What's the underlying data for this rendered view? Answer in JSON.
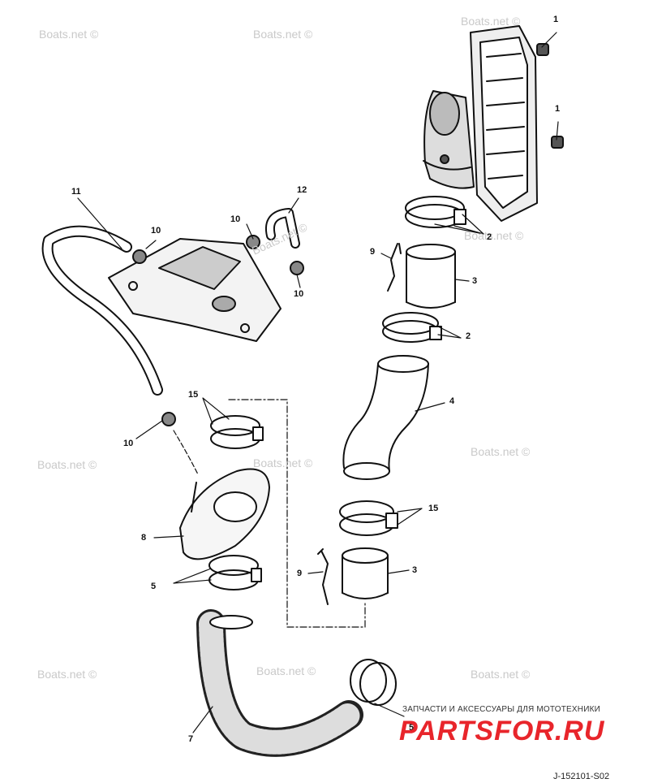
{
  "watermarks": [
    "Boats.net ©",
    "Boats.net ©",
    "Boats.net ©",
    "Boats.net ©",
    "Boats.net ©",
    "Boats.net ©",
    "Boats.net ©",
    "Boats.net ©",
    "Boats.net ©",
    "Boats.net ©",
    "Boats.net ©"
  ],
  "callouts": [
    "1",
    "1",
    "2",
    "2",
    "3",
    "3",
    "4",
    "5",
    "5",
    "7",
    "8",
    "9",
    "9",
    "10",
    "10",
    "10",
    "10",
    "11",
    "12",
    "15",
    "15"
  ],
  "branding": {
    "tagline": "ЗАПЧАСТИ И АКСЕССУАРЫ ДЛЯ МОТОТЕХНИКИ",
    "logo": "PARTSFOR.RU"
  },
  "diagram_code": "J-152101-S02"
}
